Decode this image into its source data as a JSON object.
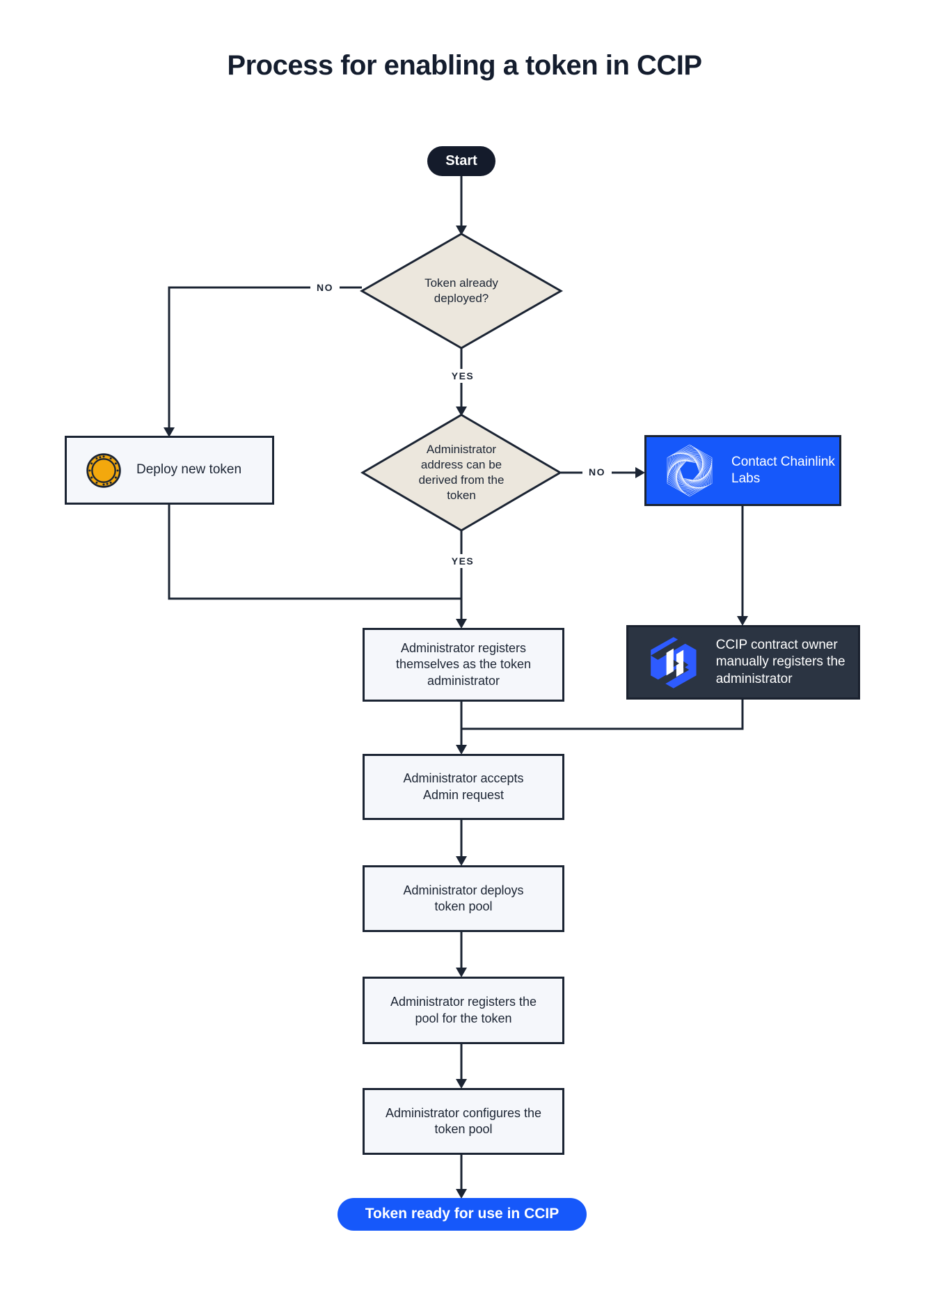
{
  "title": "Process for enabling a token in CCIP",
  "colors": {
    "ink": "#1b2433",
    "diamond_fill": "#ece7dd",
    "process_fill": "#f5f7fb",
    "accent_blue": "#1658fa",
    "dark_slate": "#2b3442",
    "coin_gold": "#f3a80d",
    "background": "#ffffff"
  },
  "nodes": {
    "start": {
      "label": "Start",
      "type": "terminator"
    },
    "decision_token_deployed": {
      "label": "Token already deployed?",
      "type": "decision"
    },
    "deploy_new_token": {
      "label": "Deploy new token",
      "type": "process",
      "icon": "coin-icon"
    },
    "decision_admin_address": {
      "label": "Administrator address can be derived from the token",
      "type": "decision"
    },
    "contact_chainlink_labs": {
      "label": "Contact Chainlink Labs",
      "type": "process",
      "icon": "chainlink-labs-icon"
    },
    "admin_registers_self": {
      "label": "Administrator registers themselves as the token administrator",
      "type": "process"
    },
    "ccip_owner_registers": {
      "label": "CCIP contract owner manually registers the administrator",
      "type": "process",
      "icon": "ccip-icon"
    },
    "admin_accepts_request": {
      "label": "Administrator accepts Admin request",
      "type": "process"
    },
    "admin_deploys_pool": {
      "label": "Administrator deploys token pool",
      "type": "process"
    },
    "admin_registers_pool": {
      "label": "Administrator registers the pool for the token",
      "type": "process"
    },
    "admin_configures_pool": {
      "label": "Administrator configures the token pool",
      "type": "process"
    },
    "end": {
      "label": "Token ready for use in CCIP",
      "type": "terminator"
    }
  },
  "edge_labels": {
    "token_deployed_no": "NO",
    "token_deployed_yes": "YES",
    "admin_address_no": "NO",
    "admin_address_yes": "YES"
  }
}
